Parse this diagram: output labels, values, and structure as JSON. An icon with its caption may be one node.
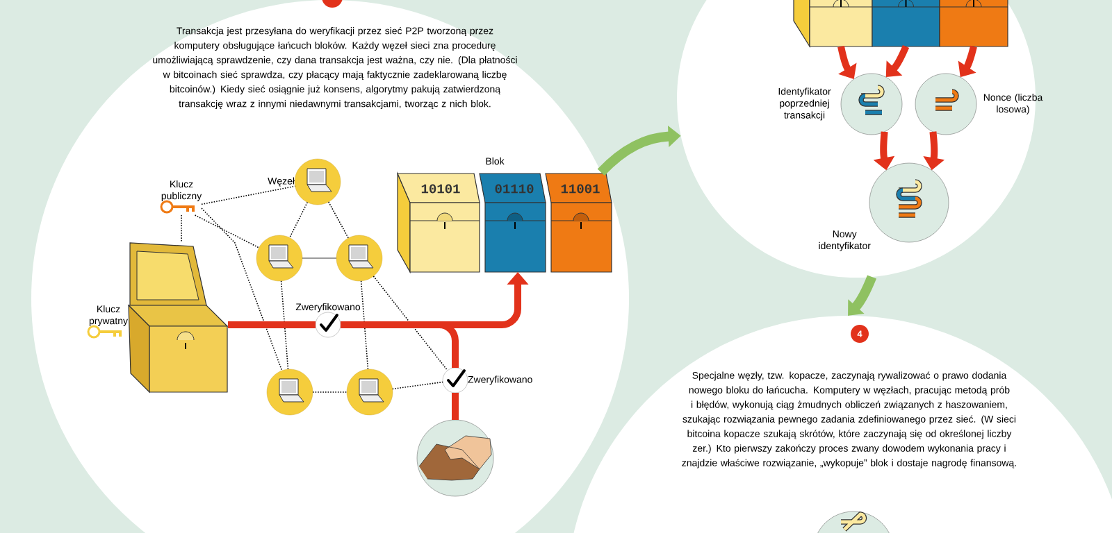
{
  "diagram": {
    "nodes": [
      {
        "text": [
          "Transakcja jest przesyłana do weryfikacji przez sieć P2P tworzoną przez komputery obsługujące łańcuch bloków. Każdy węzeł sieci zna procedurę umożliwiającą sprawdzenie, czy dana transakcja jest ważna, czy nie. (Dla płatności w bitcoinach sieć sprawdza, czy płacący mają faktycznie zadeklarowaną liczbę bitcoinów.) Kiedy sieć osiągnie już konsens, algorytmy pakują zatwierdzoną transakcję wraz z innymi niedawnymi transakcjami, tworząc z nich blok."
        ]
      },
      {
        "text": [],
        "shape": "circle"
      },
      {
        "text": [
          "Klucz publiczny"
        ],
        "in": 0
      },
      {
        "text": [
          "Klucz prywatny"
        ],
        "in": 0
      },
      {
        "text": [],
        "shape": "picture",
        "in": 0
      },
      {
        "text": [
          "Węzeł"
        ],
        "in": 0
      },
      {
        "text": [],
        "shape": "circle",
        "in": 0
      },
      {
        "text": [],
        "shape": "circle",
        "in": 0
      },
      {
        "text": [],
        "shape": "circle",
        "in": 0
      },
      {
        "text": [],
        "shape": "circle",
        "in": 0
      },
      {
        "text": [
          "Zweryfikowano"
        ],
        "in": 0
      },
      {
        "text": [
          "Zweryfikowano"
        ],
        "in": 0
      },
      {
        "text": [],
        "shape": "picture",
        "in": 0
      },
      {
        "text": [
          "10101"
        ],
        "in": 0
      },
      {
        "text": [
          "01110"
        ],
        "in": 0
      },
      {
        "text": [
          "11001"
        ],
        "in": 0
      },
      {
        "text": [],
        "shape": "circle"
      },
      {
        "text": [],
        "shape": "box",
        "in": 16
      },
      {
        "text": [],
        "shape": "box",
        "in": 16
      },
      {
        "text": [],
        "shape": "box",
        "in": 16
      },
      {
        "text": [
          "Identyfikator poprzedniej transakcji"
        ],
        "in": 16
      },
      {
        "text": [
          "Nonce (liczba losowa)"
        ],
        "in": 16
      },
      {
        "text": [
          "Nowy identyfikator"
        ],
        "in": 16
      },
      {
        "text": [
          "Specjalne węzły, tzw. kopacze, zaczynają rywalizować o prawo dodania nowego bloku do łańcucha. Komputery w węzłach, pracując metodą prób i błędów, wykonują ciąg żmudnych obliczeń związanych z haszowaniem, szukając rozwiązania pewnego zadania zdefiniowanego przez sieć. (W sieci bitcoina kopacze szukają skrótów, które zaczynają się od określonej liczby zer.) Kto pierwszy zakończy proces zwany dowodem wykonania pracy i znajdzie właściwe rozwiązanie, „wykopuje” blok i dostaje nagrodę finansową."
        ]
      },
      {
        "text": [
          "4"
        ],
        "in": 23
      }
    ],
    "edges": [
      {
        "from": 2,
        "to": 5,
        "arrow": "none",
        "style": "dashed"
      },
      {
        "from": 2,
        "to": 6,
        "arrow": "none",
        "style": "dashed"
      },
      {
        "from": 2,
        "to": 8,
        "arrow": "none",
        "style": "dashed"
      },
      {
        "from": 2,
        "to": 4,
        "arrow": "none",
        "style": "dashed"
      },
      {
        "from": 5,
        "to": 6,
        "arrow": "none",
        "style": "dashed"
      },
      {
        "from": 5,
        "to": 7,
        "arrow": "none",
        "style": "dashed"
      },
      {
        "from": 6,
        "to": 7,
        "arrow": "none"
      },
      {
        "from": 6,
        "to": 8,
        "arrow": "none",
        "style": "dashed"
      },
      {
        "from": 7,
        "to": 9,
        "arrow": "none",
        "style": "dashed"
      },
      {
        "from": 8,
        "to": 9,
        "arrow": "none",
        "style": "dashed"
      },
      {
        "from": 7,
        "to": 11,
        "arrow": "none",
        "style": "dashed"
      },
      {
        "from": 9,
        "to": 11,
        "arrow": "none",
        "style": "dashed"
      },
      {
        "from": 4,
        "to": 10,
        "arrow": "none",
        "style": "thick",
        "color": "#e2321b"
      },
      {
        "from": 10,
        "to": 14,
        "arrow": "to",
        "style": "thick",
        "color": "#e2321b"
      },
      {
        "from": 10,
        "to": 11,
        "arrow": "none",
        "style": "thick",
        "color": "#e2321b"
      },
      {
        "from": 11,
        "to": 12,
        "arrow": "none",
        "style": "thick",
        "color": "#e2321b"
      },
      {
        "from": 0,
        "to": 16,
        "arrow": "to",
        "style": "thick",
        "color": "#8fc161"
      },
      {
        "from": 16,
        "to": 23,
        "arrow": "to",
        "style": "thick",
        "color": "#8fc161"
      },
      {
        "from": 17,
        "to": 20,
        "arrow": "to",
        "style": "thick",
        "color": "#e2321b"
      },
      {
        "from": 18,
        "to": 20,
        "arrow": "to",
        "style": "thick",
        "color": "#e2321b"
      },
      {
        "from": 19,
        "to": 21,
        "arrow": "to",
        "style": "thick",
        "color": "#e2321b"
      },
      {
        "from": 20,
        "to": 22,
        "arrow": "to",
        "style": "thick",
        "color": "#e2321b"
      },
      {
        "from": 21,
        "to": 22,
        "arrow": "to",
        "style": "thick",
        "color": "#e2321b"
      }
    ],
    "labels": [
      "Blok"
    ]
  }
}
